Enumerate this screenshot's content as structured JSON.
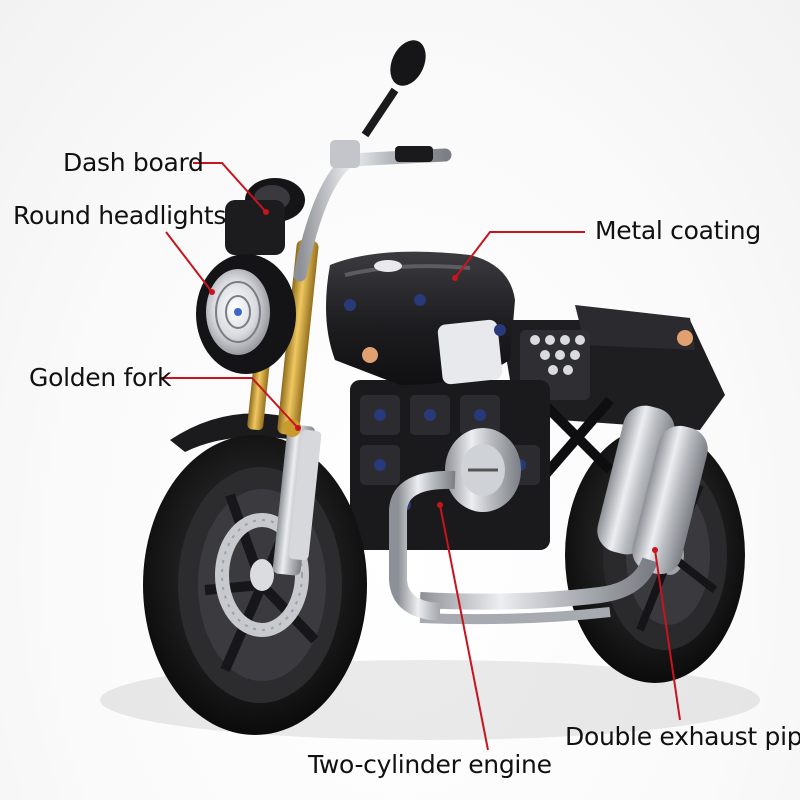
{
  "colors": {
    "leader_line": "#c8141e",
    "frame_black": "#1c1c1e",
    "chrome": "#c9cbcf",
    "gold_fork": "#c99a2e",
    "tire": "#151515",
    "rim": "#333336"
  },
  "callouts": {
    "dash_board": "Dash board",
    "round_headlights": "Round headlights",
    "metal_coating": "Metal coating",
    "golden_fork": "Golden fork",
    "double_exhaust_pipe": "Double exhaust pipe",
    "two_cylinder_engine": "Two-cylinder engine"
  }
}
